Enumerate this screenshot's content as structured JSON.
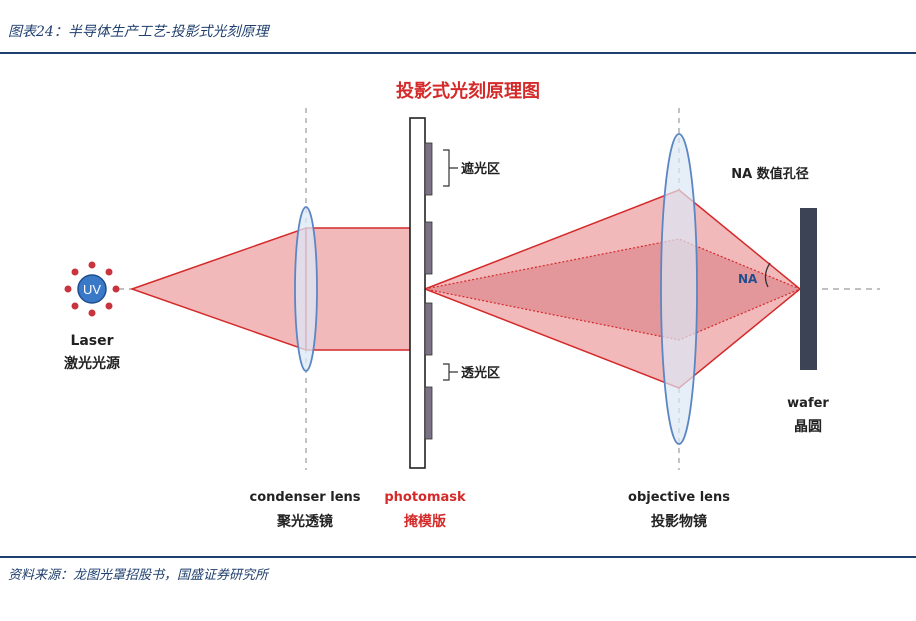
{
  "caption": "图表24：半导体生产工艺-投影式光刻原理",
  "diagram": {
    "title": "投影式光刻原理图",
    "uv_badge": "UV",
    "laser": {
      "en": "Laser",
      "zh": "激光光源"
    },
    "mask_region": "遮光区",
    "clear_region": "透光区",
    "na_top": "NA 数值孔径",
    "na_angle": "NA",
    "condenser": {
      "en": "condenser lens",
      "zh": "聚光透镜"
    },
    "photomask": {
      "en": "photomask",
      "zh": "掩模版"
    },
    "objective": {
      "en": "objective lens",
      "zh": "投影物镜"
    },
    "wafer": {
      "en": "wafer",
      "zh": "晶圆"
    }
  },
  "source": "资料来源：龙图光罩招股书，国盛证券研究所",
  "colors": {
    "accent_red": "#d42a2a",
    "beam_fill": "#f2b9bb",
    "beam_dark": "#e08f93",
    "lens_fill": "#dbe8f5",
    "lens_stroke": "#5b86c4",
    "uv_blue": "#3a78c8",
    "uv_ray": "#c8343d",
    "wafer": "#3b4354",
    "mask_pad": "#7b7385",
    "header_blue": "#1f3f6e"
  }
}
